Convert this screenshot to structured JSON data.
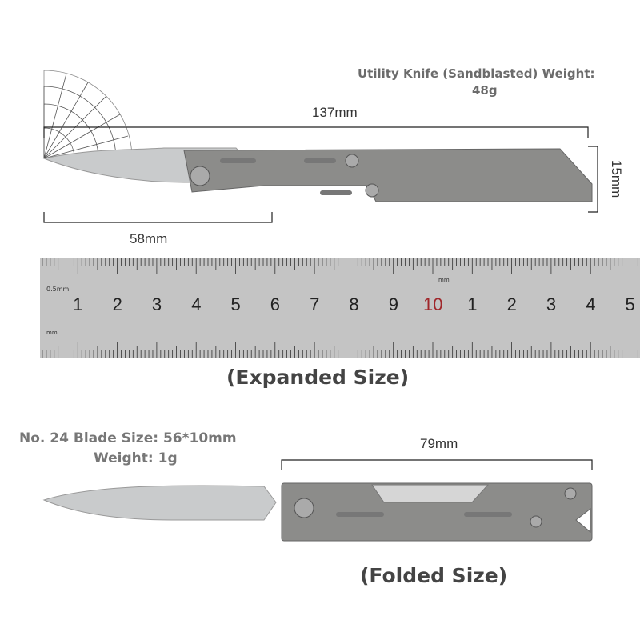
{
  "expanded": {
    "weight_label": "Utility Knife (Sandblasted) Weight:",
    "weight_value": "48g",
    "length_total": "137mm",
    "length_blade": "58mm",
    "height": "15mm",
    "caption": "(Expanded Size)"
  },
  "ruler": {
    "unit_top": "0.5mm",
    "unit_bottom": "mm",
    "unit_mid": "mm",
    "numbers": [
      "1",
      "2",
      "3",
      "4",
      "5",
      "6",
      "7",
      "8",
      "9",
      "10",
      "1",
      "2",
      "3",
      "4",
      "5"
    ],
    "highlight_color": "#a0262a"
  },
  "folded": {
    "blade_label": "No. 24 Blade Size: 56*10mm",
    "blade_weight": "Weight: 1g",
    "length": "79mm",
    "caption": "(Folded Size)"
  },
  "colors": {
    "handle": "#8c8c8a",
    "blade": "#c9cbcc",
    "ruler": "#bdbdbd"
  }
}
